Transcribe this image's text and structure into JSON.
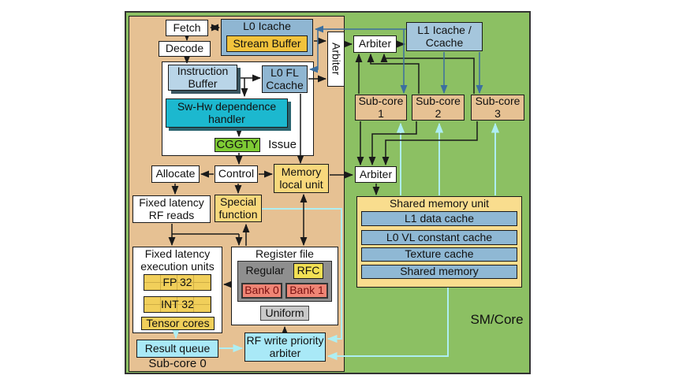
{
  "labels": {
    "fetch": "Fetch",
    "decode": "Decode",
    "l0_icache": "L0 Icache",
    "stream_buffer": "Stream Buffer",
    "fetch_arbiter": "Arbiter",
    "top_arbiter": "Arbiter",
    "memory_arbiter": "Arbiter",
    "l1_icache_ccache": "L1 Icache / Ccache",
    "instruction_buffer": "Instruction Buffer",
    "l0_fl_ccache": "L0 FL Ccache",
    "sw_hw_handler": "Sw-Hw dependence handler",
    "cggty": "CGGTY",
    "issue": "Issue",
    "allocate": "Allocate",
    "control": "Control",
    "memory_local_unit": "Memory local unit",
    "fixed_latency_rf_reads": "Fixed latency RF reads",
    "special_function": "Special function",
    "fixed_latency_execution_units": "Fixed latency execution units",
    "fp32": "FP 32",
    "int32": "INT 32",
    "tensor_cores": "Tensor cores",
    "register_file": "Register file",
    "regular": "Regular",
    "rfc": "RFC",
    "bank0": "Bank 0",
    "bank1": "Bank 1",
    "uniform": "Uniform",
    "result_queue": "Result queue",
    "rf_write_priority_arbiter": "RF write priority arbiter",
    "subcore0": "Sub-core 0",
    "subcore1": "Sub-core 1",
    "subcore2": "Sub-core 2",
    "subcore3": "Sub-core 3",
    "shared_memory_unit": "Shared memory unit",
    "caches": [
      "L1 data cache",
      "L0 VL constant cache",
      "Texture cache",
      "Shared memory"
    ],
    "sm_core": "SM/Core"
  },
  "colors": {
    "canvas_green": "#8cc063",
    "subcore_tan": "#e6c193",
    "cache_blue": "#8fb8d4",
    "stream_gold": "#f2c33c",
    "unit_yellow": "#f8d87c",
    "handler_teal": "#1cb8cf",
    "issue_green": "#7ecb34",
    "bank_red": "#ef8575",
    "cyan_box": "#a9e9f7",
    "line_black": "#1a1a1a",
    "line_blue": "#3c6f9f",
    "line_cyan": "#aeeef2"
  }
}
